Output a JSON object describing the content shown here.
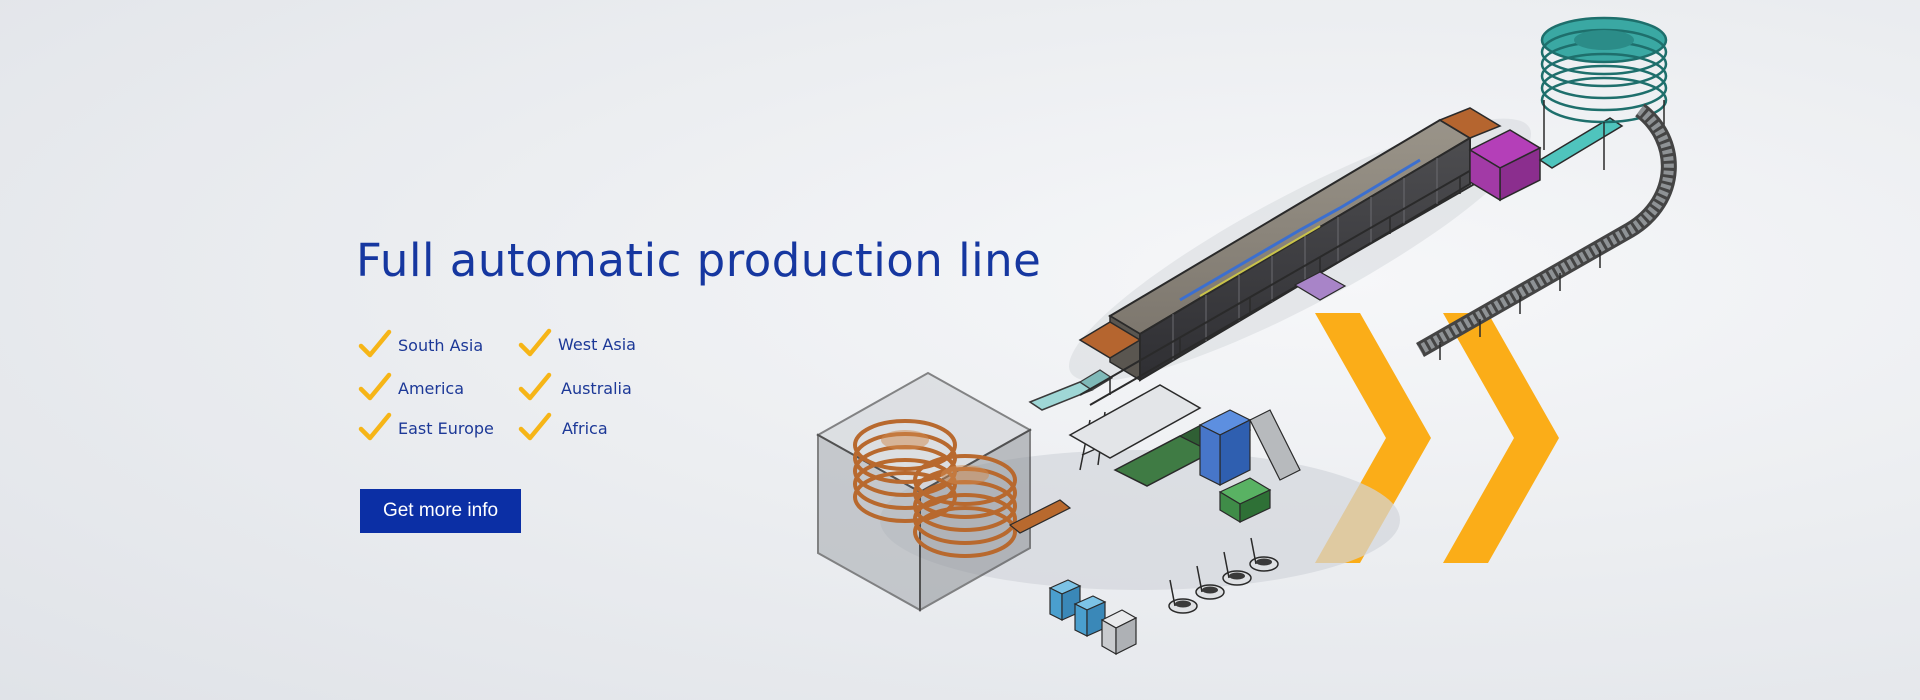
{
  "hero": {
    "title": "Full automatic production line",
    "regions": [
      {
        "label": "South Asia",
        "icon": "check-icon"
      },
      {
        "label": "West Asia",
        "icon": "check-icon"
      },
      {
        "label": "America",
        "icon": "check-icon"
      },
      {
        "label": "Australia",
        "icon": "check-icon"
      },
      {
        "label": "East Europe",
        "icon": "check-icon"
      },
      {
        "label": "Africa",
        "icon": "check-icon"
      }
    ],
    "cta_label": "Get more info"
  },
  "colors": {
    "title": "#1637a0",
    "region_text": "#1c3897",
    "check": "#f6b517",
    "button_bg": "#0b2fa5",
    "button_text": "#ffffff",
    "chevron": "#fbad18"
  }
}
